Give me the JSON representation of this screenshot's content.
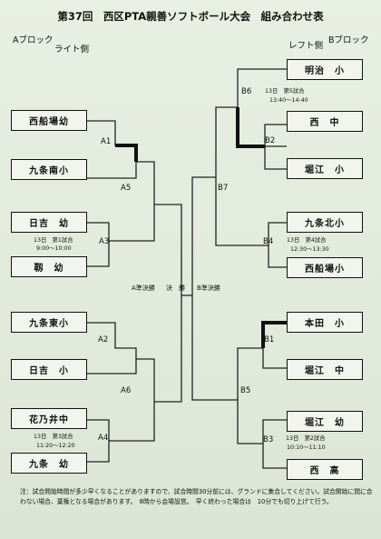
{
  "title": "第37回　西区PTA親善ソフトボール大会　組み合わせ表",
  "left_block": {
    "name": "Aブロック",
    "side": "ライト側"
  },
  "right_block": {
    "name": "Bブロック",
    "side": "レフト側"
  },
  "teams_left": [
    "西船場幼",
    "九条南小",
    "日吉　幼",
    "靱　幼",
    "九条東小",
    "日吉　小",
    "花乃井中",
    "九条　幼"
  ],
  "teams_right": [
    "明治　小",
    "西　中",
    "堀江　小",
    "九条北小",
    "西船場小",
    "本田　小",
    "堀江　中",
    "堀江　幼",
    "西　高"
  ],
  "match_labels": {
    "A1": "A1",
    "A2": "A2",
    "A3": "A3",
    "A4": "A4",
    "A5": "A5",
    "A6": "A6",
    "B1": "B1",
    "B2": "B2",
    "B3": "B3",
    "B4": "B4",
    "B5": "B5",
    "B6": "B6",
    "B7": "B7"
  },
  "schedules": {
    "a3_day": "13日　第1試合",
    "a3_time": "9:00～10:00",
    "a4_day": "13日　第3試合",
    "a4_time": "11:20～12:20",
    "b6_day": "13日　第5試合",
    "b6_time": "13:40～14:40",
    "b4_day": "13日　第4試合",
    "b4_time": "12:30～13:30",
    "b3_day": "13日　第2試合",
    "b3_time": "10:10～11:10"
  },
  "final": {
    "a_semi": "A準決勝",
    "label": "決　勝",
    "b_semi": "B準決勝"
  },
  "notes": "注：試合開始時間が多少早くなることがありますので、試合時間30分前には、グランドに集合してください。試合開始に間に合わない場合、棄権となる場合があります。　8時から会場設営。　早く終わった場合は　10分でも切り上げて行う。"
}
